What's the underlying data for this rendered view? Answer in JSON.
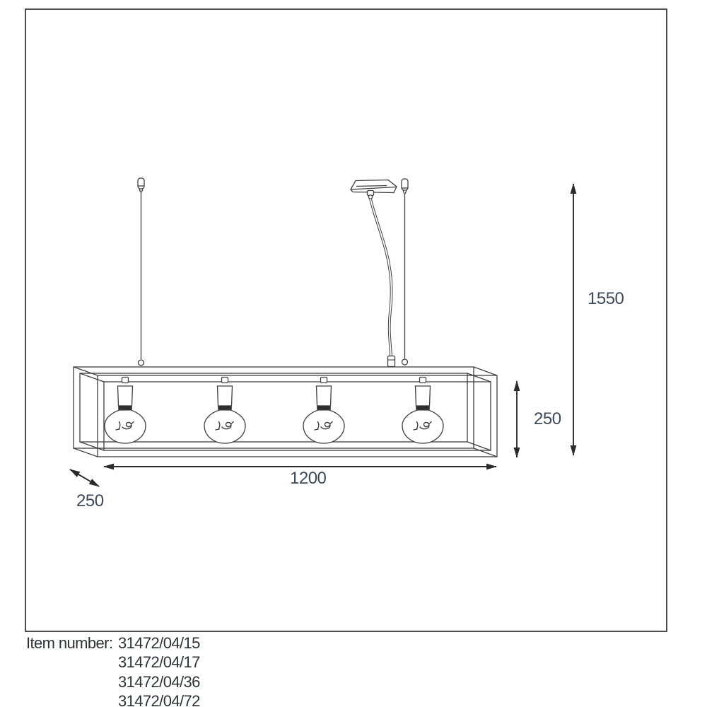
{
  "drawing": {
    "dimensions": {
      "total_height": "1550",
      "frame_height": "250",
      "frame_width": "1200",
      "frame_depth": "250"
    },
    "item": {
      "label": "Item number:",
      "numbers": [
        "31472/04/15",
        "31472/04/17",
        "31472/04/36",
        "31472/04/72"
      ]
    },
    "colors": {
      "line": "#3f3f3f",
      "dimension_line": "#2b2b2b",
      "dimension_text": "#3e4a58",
      "item_text": "#2e3237",
      "page_border": "#4d4d4d",
      "socket_ring": "#2e2e2e"
    }
  }
}
